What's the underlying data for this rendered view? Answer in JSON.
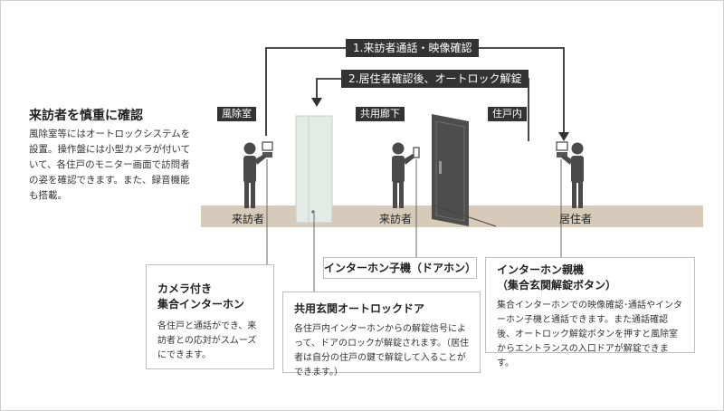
{
  "flow": {
    "step1": "1.来訪者通話・映像確認",
    "step2": "2.居住者確認後、オートロック解錠"
  },
  "zones": {
    "windbreak_room": "風除室",
    "common_corridor": "共用廊下",
    "inside_unit": "住戸内"
  },
  "people": {
    "visitor_1": "来訪者",
    "visitor_2": "来訪者",
    "resident": "居住者"
  },
  "intro": {
    "title": "来訪者を慎重に確認",
    "text": "風除室等にはオートロックシステムを設置。操作盤には小型カメラが付いていて、各住戸のモニター画面で訪問者の姿を確認できます。また、録音機能も搭載。"
  },
  "callouts": {
    "camera_intercom": {
      "title_line1": "カメラ付き",
      "title_line2": "集合インターホン",
      "text": "各住戸と通話ができ、来訪者との応対がスムーズにできます。"
    },
    "autolock_door": {
      "title": "共用玄関オートロックドア",
      "text": "各住戸内インターホンからの解錠信号によって、ドアのロックが解錠されます。（居住者は自分の住戸の鍵で解錠して入ることができます。）"
    },
    "door_phone": {
      "title": "インターホン子機（ドアホン）"
    },
    "master_intercom": {
      "title_line1": "インターホン親機",
      "title_line2": "（集合玄関解錠ボタン）",
      "text": "集合インターホンでの映像確認･通話やインターホン子機と通話できます。また通話確認後、オートロック解錠ボタンを押すと風除室からエントランスの入口ドアが解錠できます。"
    }
  },
  "colors": {
    "ground": "#d6cab8",
    "dark_label": "#333333",
    "figure": "#4a4a4a",
    "dark_door": "#4d4d4d",
    "glass_door": "#e4ebe6",
    "line": "#555555"
  }
}
